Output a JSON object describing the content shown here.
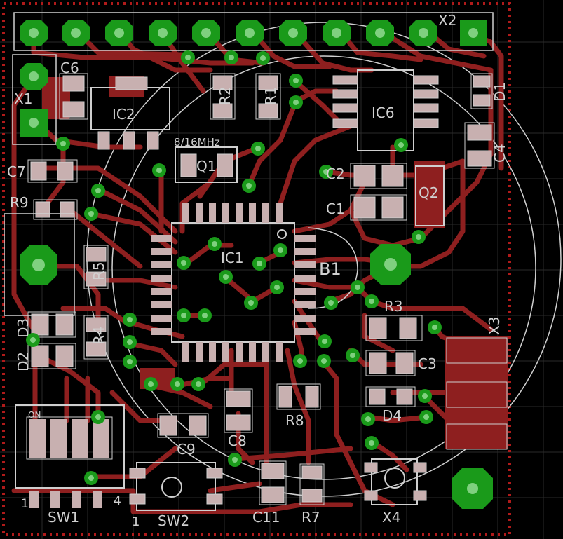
{
  "window": {
    "title": ""
  },
  "colors": {
    "background": "#000000",
    "copper": "#8e1f1f",
    "copper_light": "#a83232",
    "pad_fill": "#c8b0b0",
    "via": "#1a9a1a",
    "via_hole": "#7fd07f",
    "silk": "#d0d0d0",
    "grid": "#2a2a2a",
    "dimension": "#b01a1a"
  },
  "labels": {
    "x1": "X1",
    "x2": "X2",
    "x3": "X3",
    "x4": "X4",
    "c1": "C1",
    "c2": "C2",
    "c3": "C3",
    "c4": "C4",
    "c6": "C6",
    "c7": "C7",
    "c8": "C8",
    "c9": "C9",
    "c11": "C11",
    "ic1": "IC1",
    "ic2": "IC2",
    "ic6": "IC6",
    "q1": "Q1",
    "q2": "Q2",
    "r1": "R1",
    "r2": "R2",
    "r3": "R3",
    "r4": "R4",
    "r5": "R5",
    "r7": "R7",
    "r8": "R8",
    "r9": "R9",
    "d1": "D1",
    "d2": "D2",
    "d3": "D3",
    "d4": "D4",
    "b1": "B1",
    "sw1": "SW1",
    "sw2": "SW2",
    "sw1_on": "ON",
    "sw1_pin1": "1",
    "sw1_pin4": "4",
    "sw2_pin1": "1",
    "q1_freq": "8/16MHz"
  }
}
